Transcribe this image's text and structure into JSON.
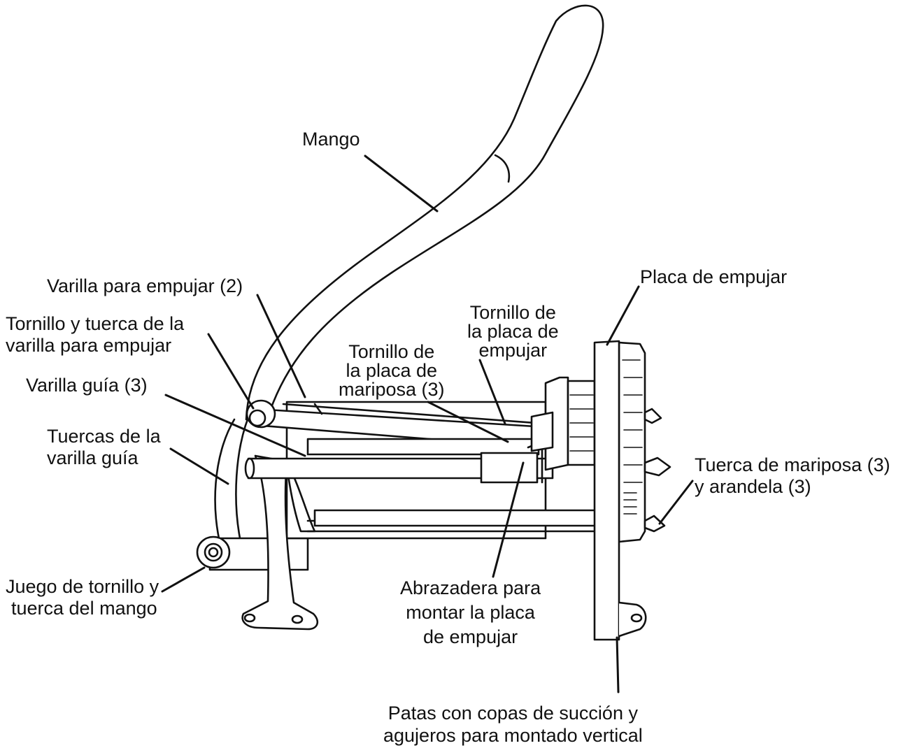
{
  "labels": {
    "mango": "Mango",
    "varilla_empujar": "Varilla para empujar (2)",
    "tornillo_varilla": [
      "Tornillo y tuerca de la",
      "varilla para empujar"
    ],
    "varilla_guia": "Varilla guía (3)",
    "tuercas_varilla_guia": [
      "Tuercas de la",
      "varilla guía"
    ],
    "juego_tornillo_mango": [
      "Juego de tornillo y",
      "tuerca del mango"
    ],
    "tornillo_placa_mariposa": [
      "Tornillo de",
      "la placa de",
      "mariposa (3)"
    ],
    "tornillo_placa_empujar": [
      "Tornillo de",
      "la placa de",
      "empujar"
    ],
    "placa_empujar": "Placa de empujar",
    "tuerca_mariposa": [
      "Tuerca de mariposa (3)",
      "y arandela (3)"
    ],
    "abrazadera": [
      "Abrazadera para",
      "montar la placa",
      "de empujar"
    ],
    "patas": [
      "Patas con copas de succión y",
      "agujeros para montado vertical"
    ]
  }
}
